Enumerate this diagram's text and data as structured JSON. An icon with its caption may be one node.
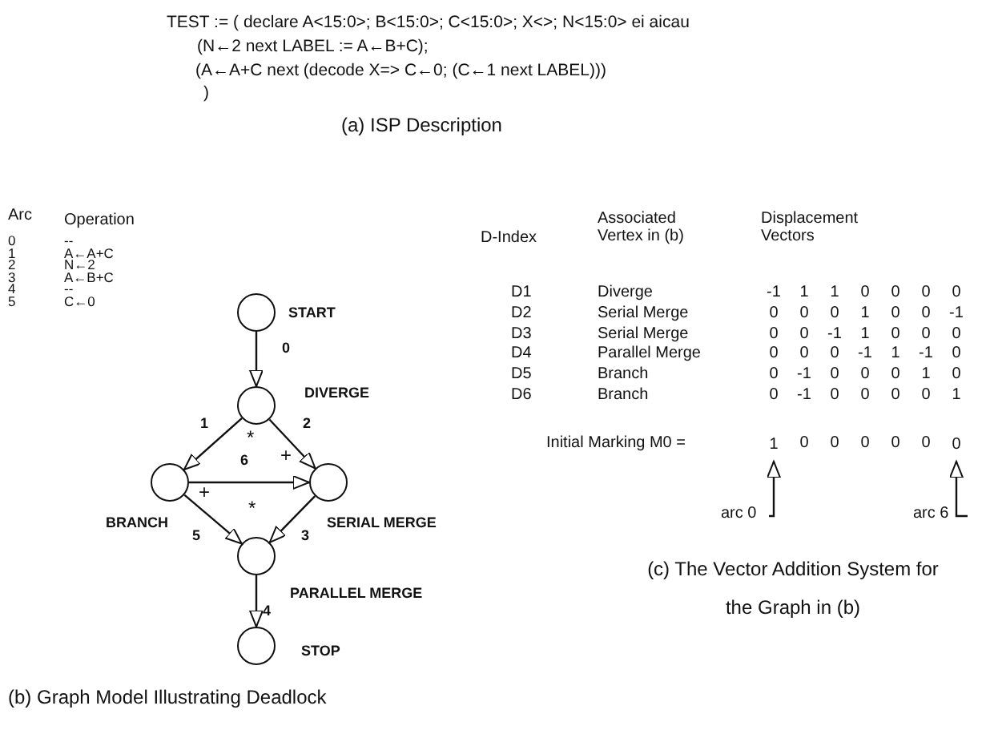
{
  "diagram": {
    "nodes": [
      {
        "text": [],
        "shape": "circle",
        "beside": [
          "START"
        ]
      },
      {
        "text": [],
        "shape": "circle",
        "beside": [
          "DIVERGE"
        ]
      },
      {
        "text": [],
        "shape": "circle",
        "beside": [
          "BRANCH"
        ]
      },
      {
        "text": [],
        "shape": "circle",
        "beside": [
          "SERIAL MERGE"
        ]
      },
      {
        "text": [],
        "shape": "circle",
        "beside": [
          "PARALLEL MERGE"
        ]
      },
      {
        "text": [],
        "shape": "circle",
        "beside": [
          "STOP"
        ]
      },
      {
        "text": [
          "arc 0"
        ]
      },
      {
        "text": [
          "arc 6"
        ]
      },
      {
        "text": [
          "1"
        ]
      },
      {
        "text": [
          "0"
        ]
      }
    ],
    "edges": [
      {
        "from": 0,
        "to": 1,
        "arrow": "to",
        "label": "0"
      },
      {
        "from": 1,
        "to": 2,
        "arrow": "to",
        "label": "1"
      },
      {
        "from": 1,
        "to": 3,
        "arrow": "to",
        "label": "2"
      },
      {
        "from": 2,
        "to": 3,
        "arrow": "to",
        "label": "6"
      },
      {
        "from": 3,
        "to": 4,
        "arrow": "to",
        "label": "3"
      },
      {
        "from": 2,
        "to": 4,
        "arrow": "to",
        "label": "5"
      },
      {
        "from": 4,
        "to": 5,
        "arrow": "to",
        "label": "4"
      },
      {
        "from": 6,
        "to": 8,
        "arrow": "to"
      },
      {
        "from": 7,
        "to": 9,
        "arrow": "to"
      }
    ],
    "labels": [
      "TEST := ( declare A<15:0>; B<15:0>; C<15:0>; X<>; N<15:0> ei aicau",
      "(N←2 next LABEL := A←B+C);",
      "(A←A+C next (decode X=> C←0; (C←1 next LABEL)))",
      ")",
      "(a) ISP Description",
      "Arc",
      "Operation",
      "0",
      "--",
      "1",
      "A←A+C",
      "2",
      "N←2",
      "3",
      "A←B+C",
      "4",
      "--",
      "5",
      "C←0",
      "*",
      "+",
      "+",
      "*",
      "D-Index",
      "Associated Vertex in (b)",
      "Displacement Vectors",
      "D1",
      "Diverge",
      "-1",
      "1",
      "1",
      "0",
      "0",
      "0",
      "0",
      "D2",
      "Serial Merge",
      "0",
      "0",
      "0",
      "1",
      "0",
      "0",
      "-1",
      "D3",
      "Serial Merge",
      "0",
      "0",
      "-1",
      "1",
      "0",
      "0",
      "0",
      "D4",
      "Parallel Merge",
      "0",
      "0",
      "0",
      "-1",
      "1",
      "-1",
      "0",
      "D5",
      "Branch",
      "0",
      "-1",
      "0",
      "0",
      "0",
      "1",
      "0",
      "D6",
      "Branch",
      "0",
      "-1",
      "0",
      "0",
      "0",
      "0",
      "1",
      "Initial Marking M0 =",
      "0",
      "0",
      "0",
      "0",
      "0",
      "(c) The Vector Addition System for the Graph in (b)",
      "(b) Graph Model Illustrating Deadlock"
    ]
  }
}
